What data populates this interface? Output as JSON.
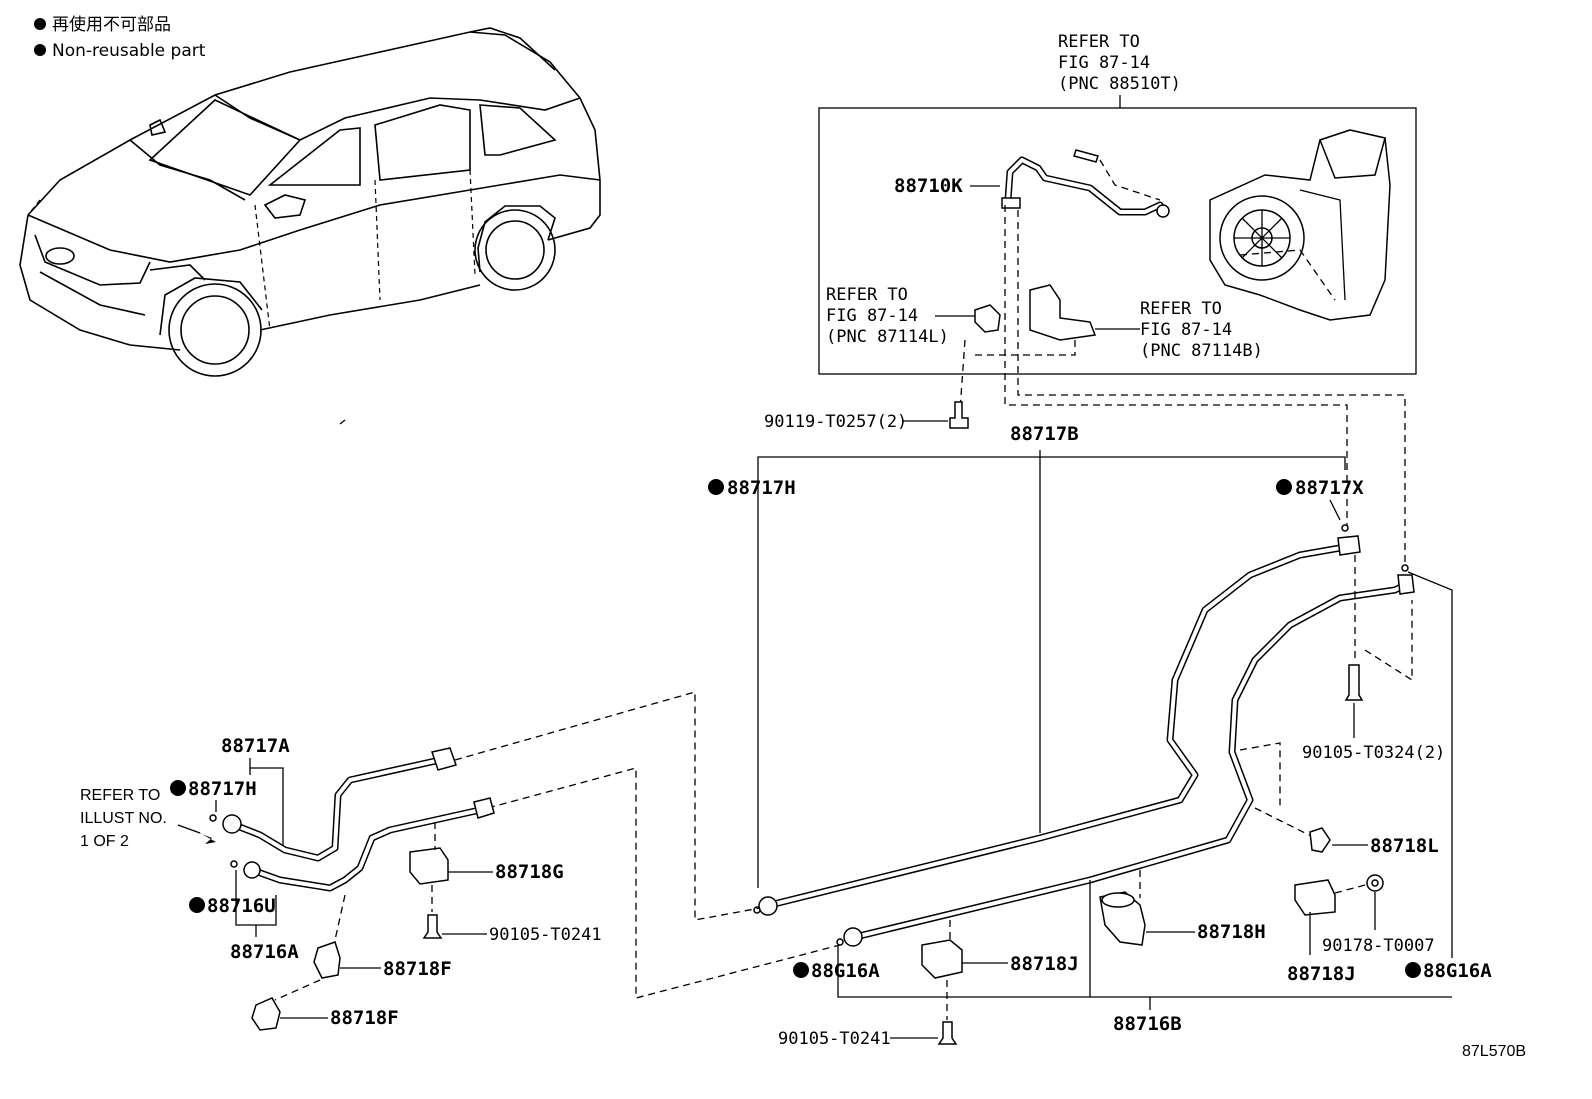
{
  "legend": {
    "japanese": "再使用不可部品",
    "english": "Non-reusable part"
  },
  "reference_box": {
    "top": [
      "REFER TO",
      "FIG 87-14",
      "(PNC 88510T)"
    ],
    "left": [
      "REFER TO",
      "FIG 87-14",
      "(PNC 87114L)"
    ],
    "right": [
      "REFER TO",
      "FIG 87-14",
      "(PNC 87114B)"
    ]
  },
  "refer_illust": [
    "REFER TO",
    "ILLUST NO.",
    "1 OF 2"
  ],
  "labels": {
    "p88710K": "88710K",
    "p90119": "90119-T0257(2)",
    "p88717B": "88717B",
    "p88717H_top": "88717H",
    "p88717X": "88717X",
    "p90105_T0324": "90105-T0324(2)",
    "p88717A": "88717A",
    "p88717H_left": "88717H",
    "p88716U": "88716U",
    "p88716A": "88716A",
    "p88718G": "88718G",
    "p90105_T0241_a": "90105-T0241",
    "p88718F_a": "88718F",
    "p88718F_b": "88718F",
    "p88718L": "88718L",
    "p88718H": "88718H",
    "p90178": "90178-T0007",
    "p88718J_a": "88718J",
    "p88718J_b": "88718J",
    "p88G16A_a": "88G16A",
    "p88G16A_b": "88G16A",
    "p88716B": "88716B",
    "p90105_T0241_b": "90105-T0241"
  },
  "diagram_code": "87L570B"
}
